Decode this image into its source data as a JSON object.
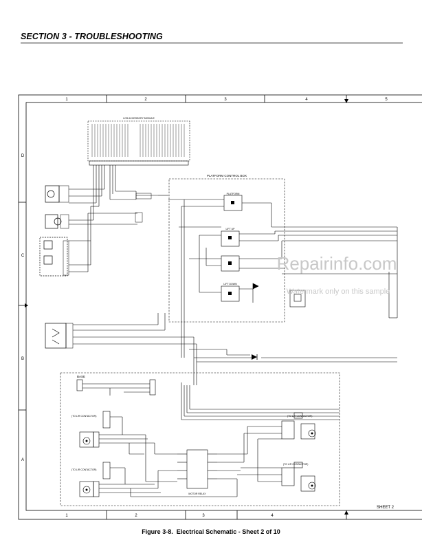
{
  "header": {
    "section_title": "SECTION 3 - TROUBLESHOOTING"
  },
  "schematic": {
    "column_numbers": [
      "1",
      "2",
      "3",
      "4",
      "5"
    ],
    "row_letters": [
      "D",
      "C",
      "B",
      "A"
    ],
    "bottom_column_numbers": [
      "1",
      "2",
      "3",
      "4"
    ],
    "sheet_label": "SHEET 2",
    "platform_control_box_label": "PLATFORM CONTROL BOX",
    "base_label": "BASE",
    "accessory_module_label": "LOS ACCESSORY MODULE",
    "lift_up_label": "LIFT UP",
    "lift_down_label": "LIFT DOWN",
    "platform_label": "PLATFORM",
    "to_contactor_labels": [
      "(TO L/R CONTACTOR)",
      "(TO L/R CONTACTOR)",
      "(TO L/R CONTACTOR)",
      "(TO L/R CONTACTOR)"
    ],
    "motor_relay_label": "MOTOR RELAY",
    "watermark_text": "Repairinfo.com",
    "watermark_subtext": "Watermark only on this sample"
  },
  "footer": {
    "figure_label": "Figure 3-8.",
    "figure_title": "Electrical Schematic - Sheet 2 of 10"
  },
  "colors": {
    "line": "#000000",
    "watermark": "#c8c8c8"
  }
}
